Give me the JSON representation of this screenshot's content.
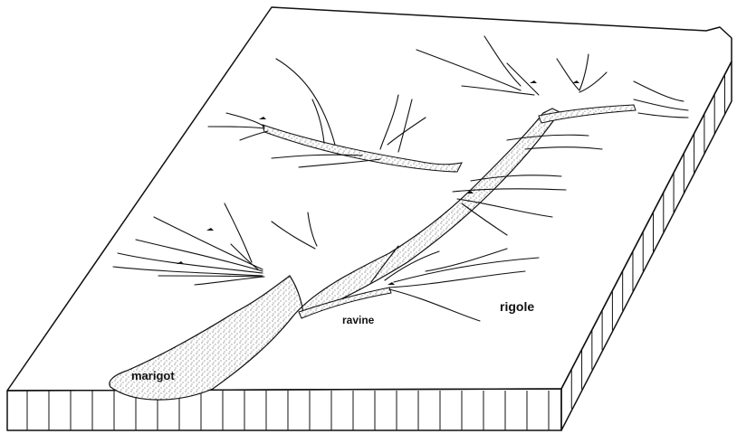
{
  "diagram": {
    "labels": {
      "marigot": "marigot",
      "ravine": "ravine",
      "rigole": "rigole"
    }
  }
}
